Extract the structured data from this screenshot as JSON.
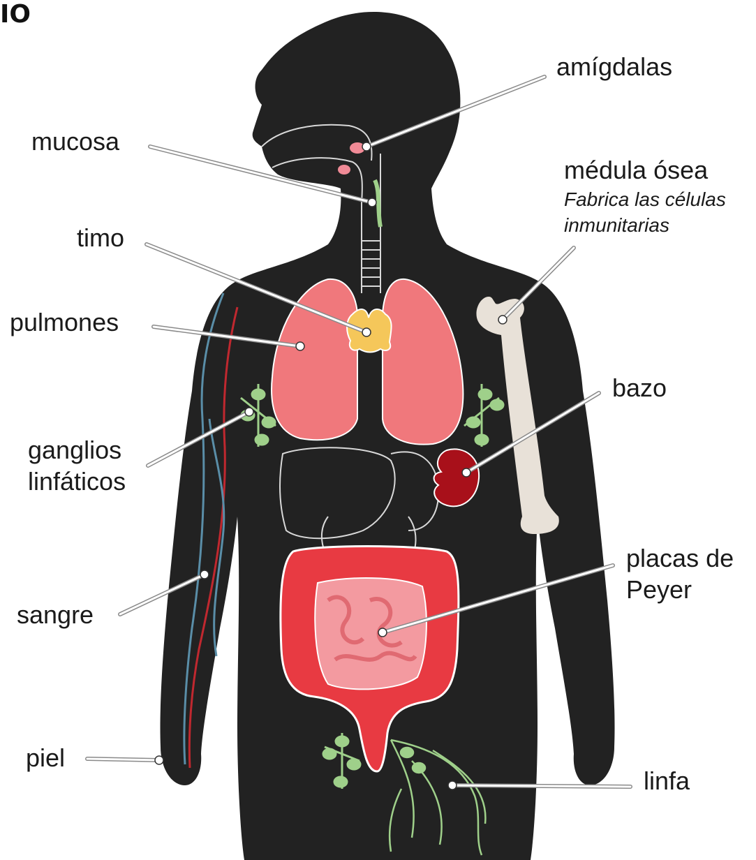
{
  "corner_text": "IO",
  "labels": {
    "amigdalas": "amígdalas",
    "mucosa": "mucosa",
    "medula_title": "médula ósea",
    "medula_desc_1": "Fabrica las células",
    "medula_desc_2": "inmunitarias",
    "timo": "timo",
    "pulmones": "pulmones",
    "bazo": "bazo",
    "ganglios_1": "ganglios",
    "ganglios_2": "linfáticos",
    "sangre": "sangre",
    "placas_1": "placas de",
    "placas_2": "Peyer",
    "piel": "piel",
    "linfa": "linfa"
  },
  "colors": {
    "body": "#222222",
    "lungs": "#f0787c",
    "thymus": "#f5c75a",
    "spleen": "#a8101a",
    "bone": "#e8e1d8",
    "intestine": "#e83a42",
    "small_intestine": "#f39aa0",
    "lymph": "#9fd08a",
    "tonsils": "#f08a96",
    "artery": "#c0282f",
    "vein": "#5a8ea8"
  }
}
